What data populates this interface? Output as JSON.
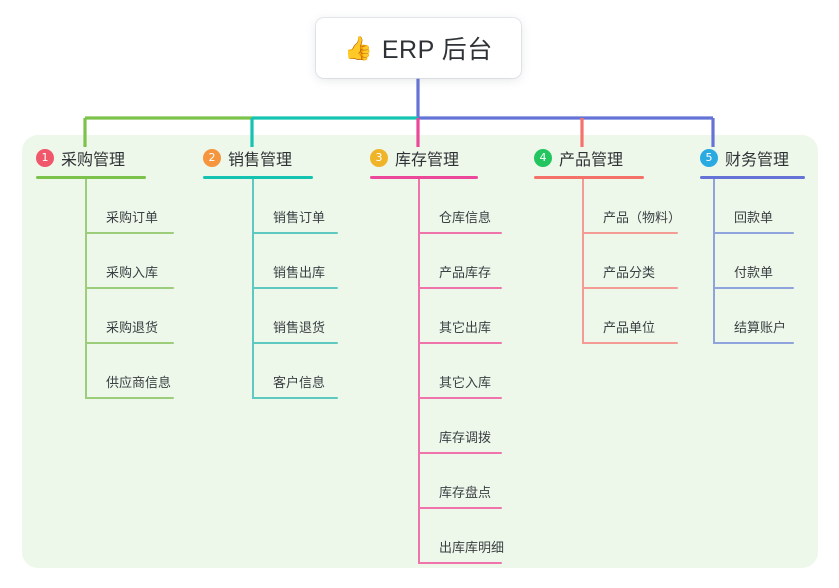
{
  "root": {
    "icon": "thumbs-up-icon",
    "icon_glyph": "👍",
    "title": "ERP 后台"
  },
  "palette": {
    "panel_bg": "#eef8ea",
    "page_bg": "#ffffff",
    "green": "#7cc24b",
    "teal": "#14c3b0",
    "pink": "#ec4899",
    "red": "#f4726a",
    "blue": "#6673d6",
    "leaf_green": "#9ccd7a",
    "leaf_teal": "#5ec9c0",
    "leaf_pink": "#ef74ab",
    "leaf_red": "#f59b95",
    "leaf_blue": "#8fa3dd",
    "badge1": "#f0576a",
    "badge2": "#f5953e",
    "badge3": "#f0b429",
    "badge4": "#22c55e",
    "badge5": "#29abe2"
  },
  "columns": [
    {
      "number": "1",
      "title": "采购管理",
      "badge_color": "#f0576a",
      "rule_color": "#7cc24b",
      "leaf_color": "#9ccd7a",
      "items": [
        "采购订单",
        "采购入库",
        "采购退货",
        "供应商信息"
      ]
    },
    {
      "number": "2",
      "title": "销售管理",
      "badge_color": "#f5953e",
      "rule_color": "#14c3b0",
      "leaf_color": "#5ec9c0",
      "items": [
        "销售订单",
        "销售出库",
        "销售退货",
        "客户信息"
      ]
    },
    {
      "number": "3",
      "title": "库存管理",
      "badge_color": "#f0b429",
      "rule_color": "#ec4899",
      "leaf_color": "#ef74ab",
      "items": [
        "仓库信息",
        "产品库存",
        "其它出库",
        "其它入库",
        "库存调拨",
        "库存盘点",
        "出库库明细"
      ]
    },
    {
      "number": "4",
      "title": "产品管理",
      "badge_color": "#22c55e",
      "rule_color": "#f4726a",
      "leaf_color": "#f59b95",
      "items": [
        "产品（物料）",
        "产品分类",
        "产品单位"
      ]
    },
    {
      "number": "5",
      "title": "财务管理",
      "badge_color": "#29abe2",
      "rule_color": "#6673d6",
      "leaf_color": "#8fa3dd",
      "items": [
        "回款单",
        "付款单",
        "结算账户"
      ]
    }
  ]
}
